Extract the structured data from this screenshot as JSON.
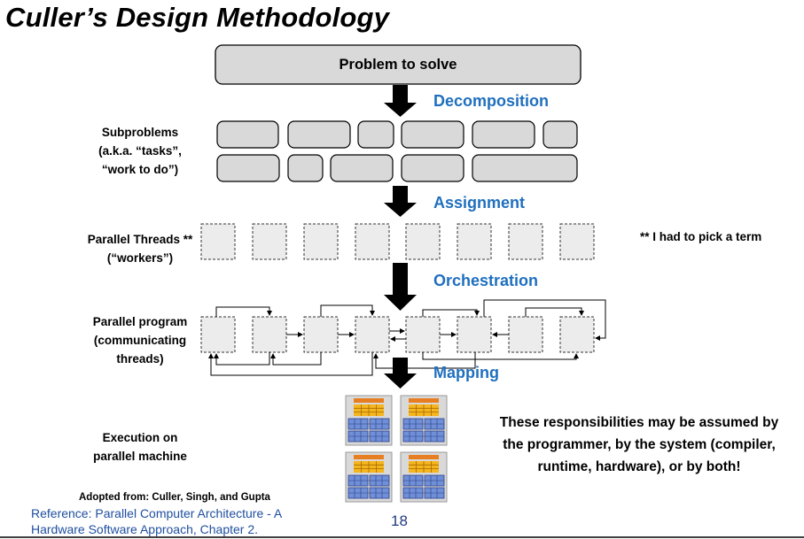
{
  "title": "Culler’s Design Methodology",
  "problem": "Problem to solve",
  "steps": {
    "decomposition": "Decomposition",
    "assignment": "Assignment",
    "orchestration": "Orchestration",
    "mapping": "Mapping"
  },
  "rows": {
    "subproblems": [
      "Subproblems",
      "(a.k.a. “tasks”,",
      "“work to do”)"
    ],
    "threads": [
      "Parallel Threads **",
      "(“workers”)"
    ],
    "program": [
      "Parallel program",
      "(communicating",
      "threads)"
    ],
    "execution": [
      "Execution on",
      "parallel machine"
    ]
  },
  "note": "** I had to pick a term",
  "responsibilities": [
    "These responsibilities may be assumed by",
    "the programmer, by the system (compiler,",
    "runtime, hardware), or by both!"
  ],
  "adopted": "Adopted from: Culler, Singh, and Gupta",
  "reference": [
    "Reference: Parallel Computer Architecture - A",
    "Hardware Software Approach, Chapter 2."
  ],
  "page_number": "18",
  "colors": {
    "step_blue": "#1f6fbe",
    "box_fill": "#d9d9d9",
    "thread_fill": "#ececec",
    "chip_orange": "#e87e22",
    "chip_yellow": "#f5b51f",
    "chip_blue": "#6f8fd6"
  }
}
